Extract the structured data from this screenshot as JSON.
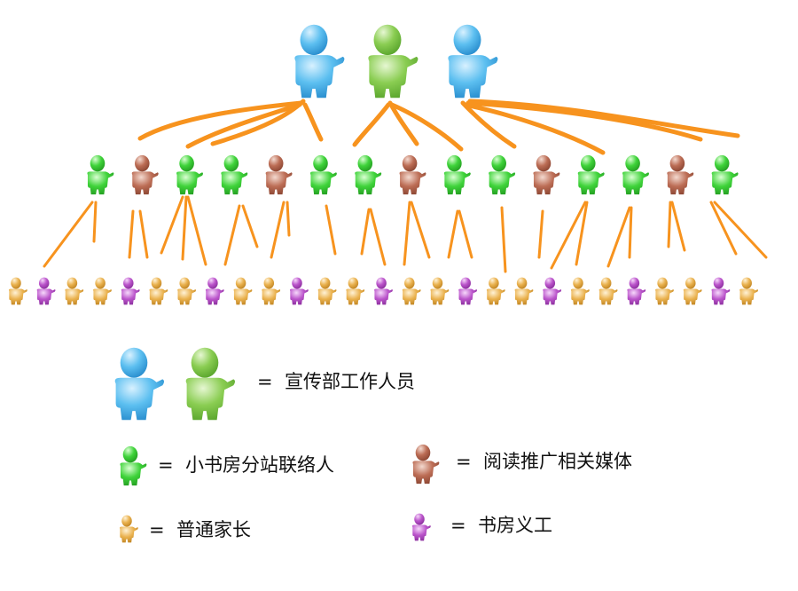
{
  "colors": {
    "staff_blue": "#4fb3ea",
    "staff_green": "#7ec84a",
    "contact_green": "#3fcf3a",
    "media_brown": "#b86a52",
    "parent_orange": "#e9ae4a",
    "volunteer_purple": "#b84fc7",
    "connector_orange": "#f7931e"
  },
  "icons": {
    "person": "person-icon"
  },
  "hierarchy": {
    "top": [
      "staff_blue",
      "staff_green",
      "staff_blue"
    ],
    "middle": [
      "contact_green",
      "media_brown",
      "contact_green",
      "contact_green",
      "media_brown",
      "contact_green",
      "contact_green",
      "media_brown",
      "contact_green",
      "contact_green",
      "media_brown",
      "contact_green",
      "contact_green",
      "media_brown",
      "contact_green"
    ],
    "bottom": [
      "parent_orange",
      "volunteer_purple",
      "parent_orange",
      "parent_orange",
      "volunteer_purple",
      "parent_orange",
      "parent_orange",
      "volunteer_purple",
      "parent_orange",
      "parent_orange",
      "volunteer_purple",
      "parent_orange",
      "parent_orange",
      "volunteer_purple",
      "parent_orange",
      "parent_orange",
      "volunteer_purple",
      "parent_orange",
      "parent_orange",
      "volunteer_purple",
      "parent_orange",
      "parent_orange",
      "volunteer_purple",
      "parent_orange",
      "parent_orange",
      "volunteer_purple",
      "parent_orange"
    ]
  },
  "legend": {
    "staff": "=  宣传部工作人员",
    "contact": "=  小书房分站联络人",
    "media": "=  阅读推广相关媒体",
    "parent": "=  普通家长",
    "volunteer": "=  书房义工"
  }
}
